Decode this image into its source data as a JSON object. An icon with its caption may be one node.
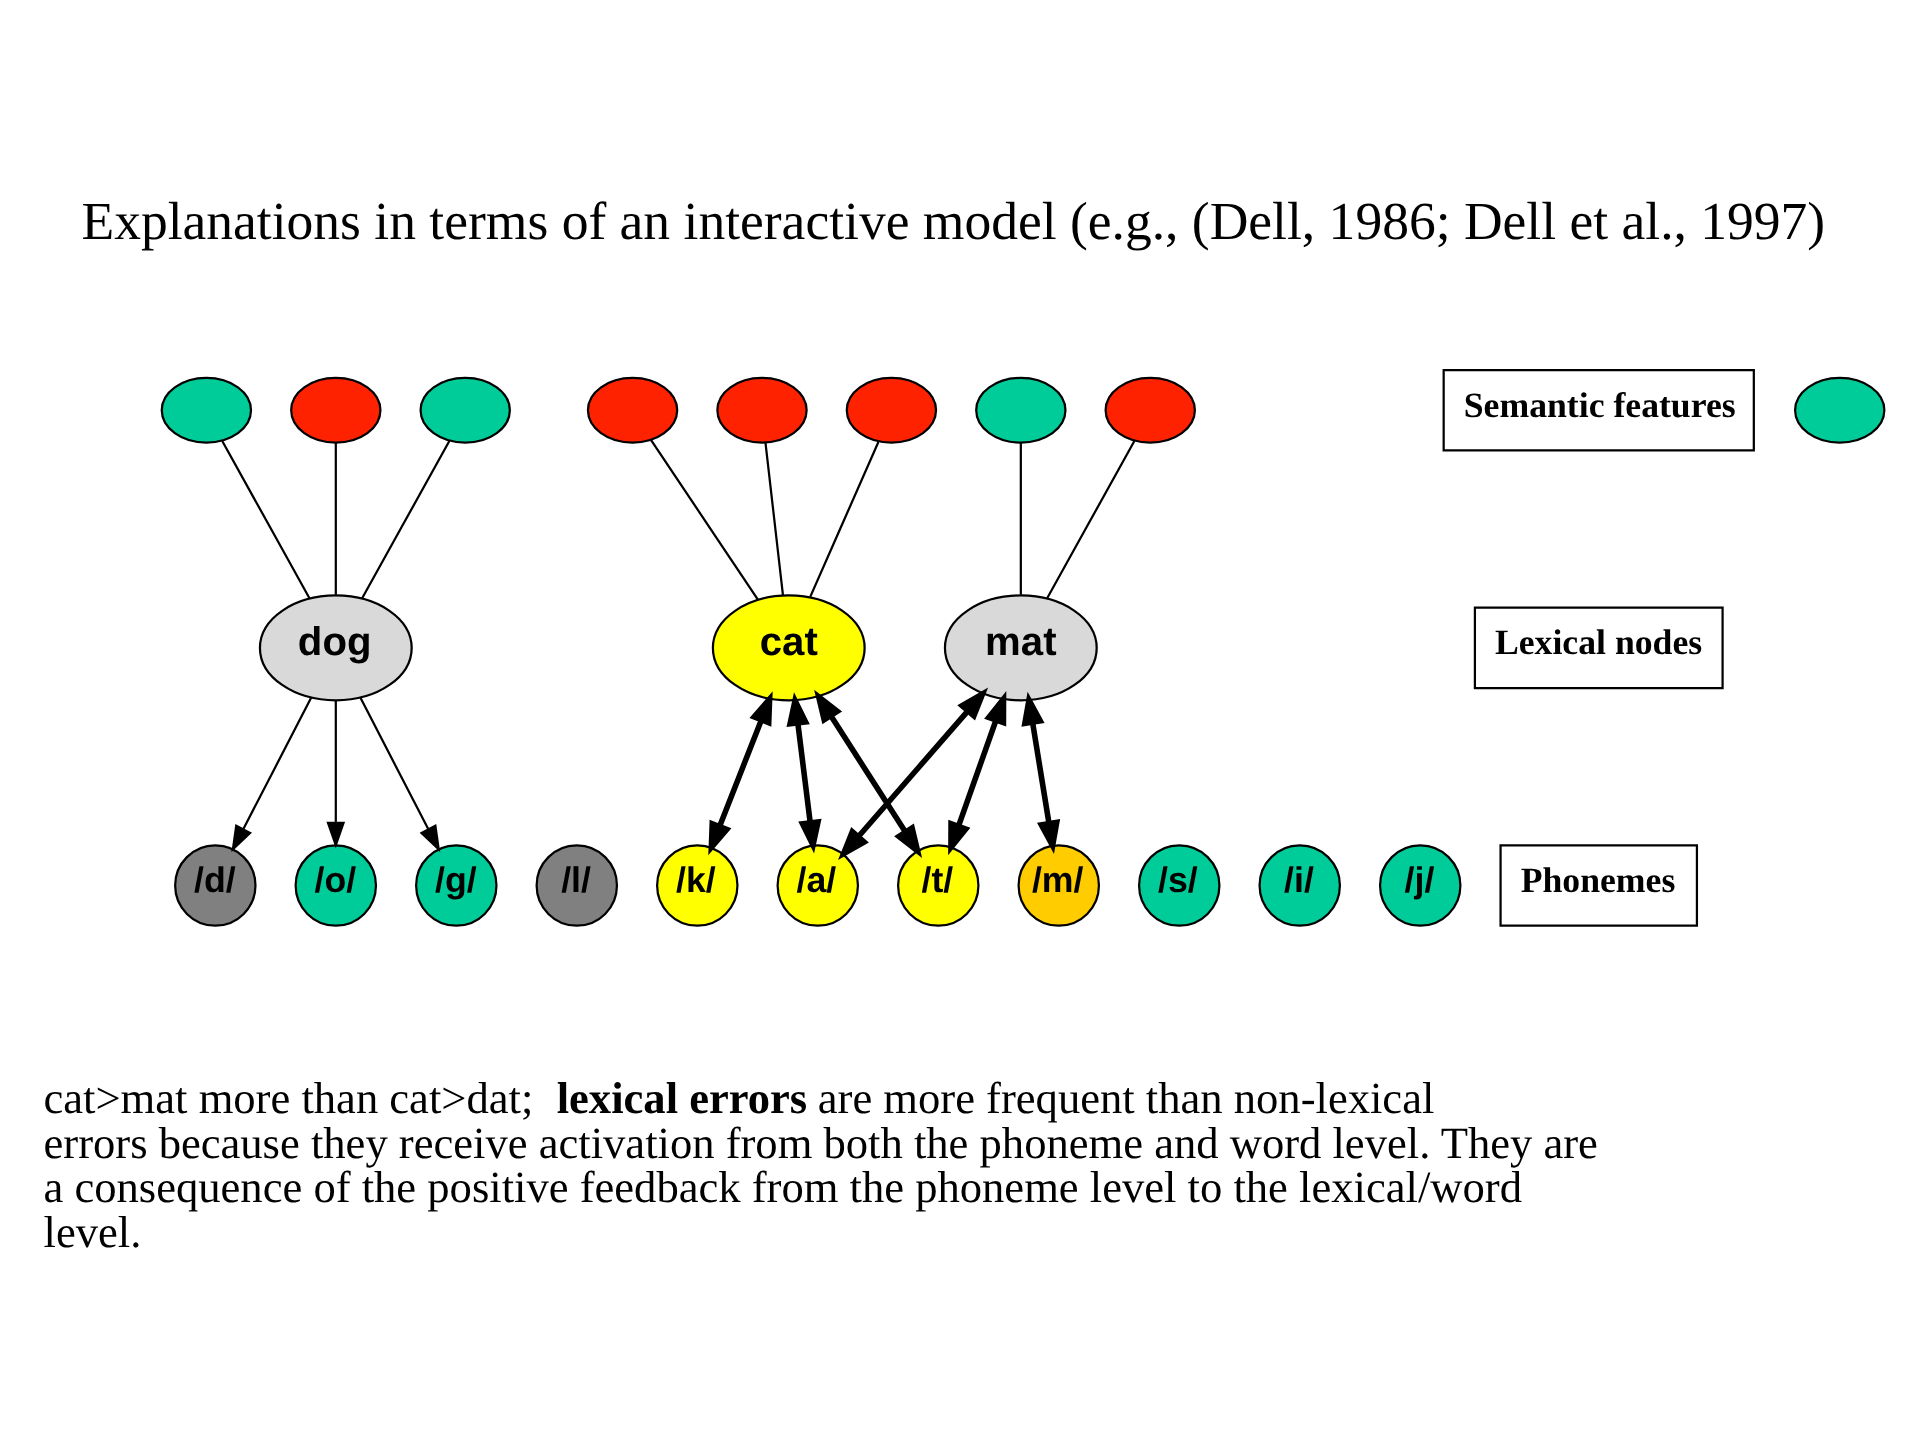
{
  "diagram": {
    "title": "Explanations in terms of an interactive model (e.g., (Dell, 1986; Dell et al., 1997)",
    "caption": "cat>mat more than cat>dat;  **lexical errors** are more frequent than non-lexical errors because they receive activation from both the phoneme and word level. They are a consequence of the positive feedback from the phoneme level to the lexical/word level.",
    "nodes": [
      {
        "text": [],
        "shape": "ellipse"
      },
      {
        "text": [],
        "shape": "ellipse"
      },
      {
        "text": [],
        "shape": "ellipse"
      },
      {
        "text": [],
        "shape": "ellipse"
      },
      {
        "text": [],
        "shape": "ellipse"
      },
      {
        "text": [],
        "shape": "ellipse"
      },
      {
        "text": [],
        "shape": "ellipse"
      },
      {
        "text": [],
        "shape": "ellipse"
      },
      {
        "text": [],
        "shape": "ellipse"
      },
      {
        "text": [
          "dog"
        ]
      },
      {
        "text": [
          "cat"
        ]
      },
      {
        "text": [
          "mat"
        ]
      },
      {
        "text": [
          "/l/"
        ]
      },
      {
        "text": [
          "/d/"
        ]
      },
      {
        "text": [
          "/o/"
        ]
      },
      {
        "text": [
          "/g/"
        ]
      },
      {
        "text": [
          "/k/"
        ]
      },
      {
        "text": [
          "/a/"
        ]
      },
      {
        "text": [
          "/t/"
        ]
      },
      {
        "text": [
          "/m/"
        ]
      },
      {
        "text": [
          "/s/"
        ]
      },
      {
        "text": [
          "/i/"
        ]
      },
      {
        "text": [
          "/j/"
        ]
      },
      {
        "text": [
          "Semantic features"
        ]
      },
      {
        "text": [
          "Lexical nodes"
        ]
      },
      {
        "text": [
          "Phonemes"
        ]
      }
    ],
    "edges": [
      {
        "from": 0,
        "to": 9,
        "arrow": "none"
      },
      {
        "from": 1,
        "to": 9,
        "arrow": "none"
      },
      {
        "from": 2,
        "to": 9,
        "arrow": "none"
      },
      {
        "from": 3,
        "to": 10,
        "arrow": "none"
      },
      {
        "from": 4,
        "to": 10,
        "arrow": "none"
      },
      {
        "from": 5,
        "to": 10,
        "arrow": "none"
      },
      {
        "from": 6,
        "to": 11,
        "arrow": "none"
      },
      {
        "from": 7,
        "to": 11,
        "arrow": "none"
      },
      {
        "from": 9,
        "to": 13,
        "arrow": "to"
      },
      {
        "from": 9,
        "to": 14,
        "arrow": "to"
      },
      {
        "from": 9,
        "to": 15,
        "arrow": "to"
      },
      {
        "from": 10,
        "to": 16,
        "arrow": "both",
        "style": "thick"
      },
      {
        "from": 10,
        "to": 17,
        "arrow": "both",
        "style": "thick"
      },
      {
        "from": 10,
        "to": 18,
        "arrow": "both",
        "style": "thick"
      },
      {
        "from": 11,
        "to": 17,
        "arrow": "both",
        "style": "thick"
      },
      {
        "from": 11,
        "to": 18,
        "arrow": "both",
        "style": "thick"
      },
      {
        "from": 11,
        "to": 19,
        "arrow": "both",
        "style": "thick"
      }
    ]
  }
}
